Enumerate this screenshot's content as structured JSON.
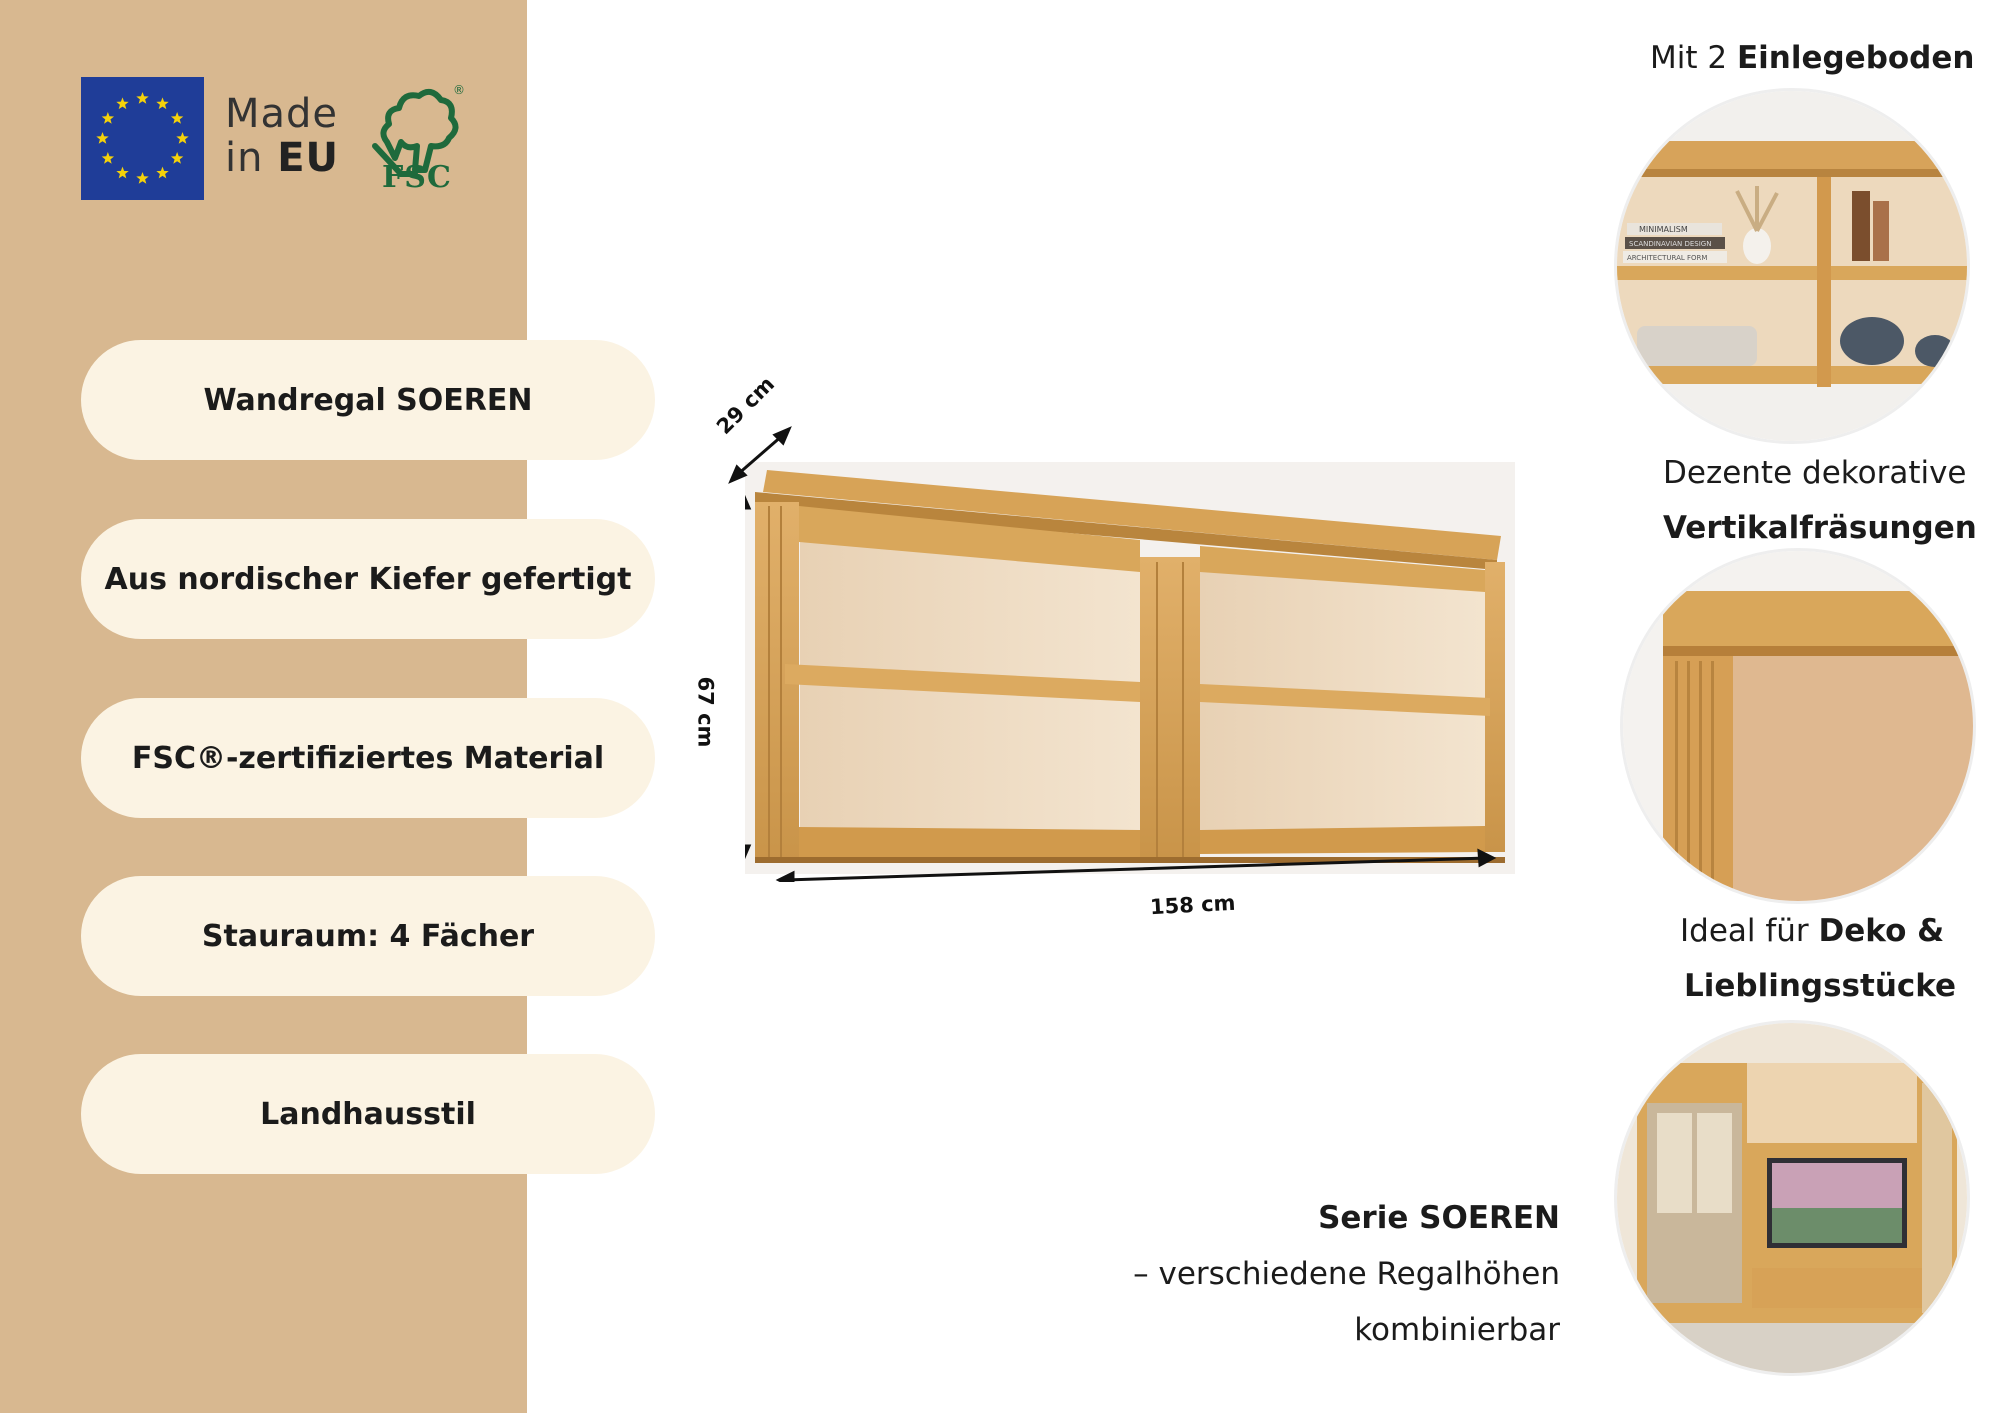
{
  "badges": {
    "made_line1": "Made",
    "made_line2_prefix": "in ",
    "made_line2_bold": "EU",
    "fsc_text": "FSC",
    "fsc_registered": "®"
  },
  "features": [
    {
      "label": "Wandregal SOEREN"
    },
    {
      "label": "Aus nordischer Kiefer gefertigt"
    },
    {
      "label": "FSC®-zertifiziertes Material"
    },
    {
      "label": "Stauraum: 4 Fächer"
    },
    {
      "label": "Landhausstil"
    }
  ],
  "dimensions": {
    "depth": "29 cm",
    "height": "67 cm",
    "width": "158 cm"
  },
  "detail1": {
    "prefix": "Mit 2 ",
    "bold": "Einlegeboden",
    "book1": "MINIMALISM",
    "book2": "SCANDINAVIAN DESIGN",
    "book3": "ARCHITECTURAL FORM"
  },
  "detail2": {
    "line1": "Dezente dekorative",
    "line2": "Vertikalfräsungen"
  },
  "detail3": {
    "prefix": "Ideal für ",
    "bold1": "Deko &",
    "line2": "Lieblingsstücke"
  },
  "serie": {
    "title": "Serie SOEREN",
    "line2": "– verschiedene Regalhöhen",
    "line3": "kombinierbar"
  },
  "colors": {
    "sidebar": "#d8b890",
    "pill": "#fbf3e3",
    "wood": "#d9a75b",
    "eu_blue": "#1f3d98",
    "eu_star": "#f5d20a",
    "fsc_green": "#1f6a3c"
  }
}
